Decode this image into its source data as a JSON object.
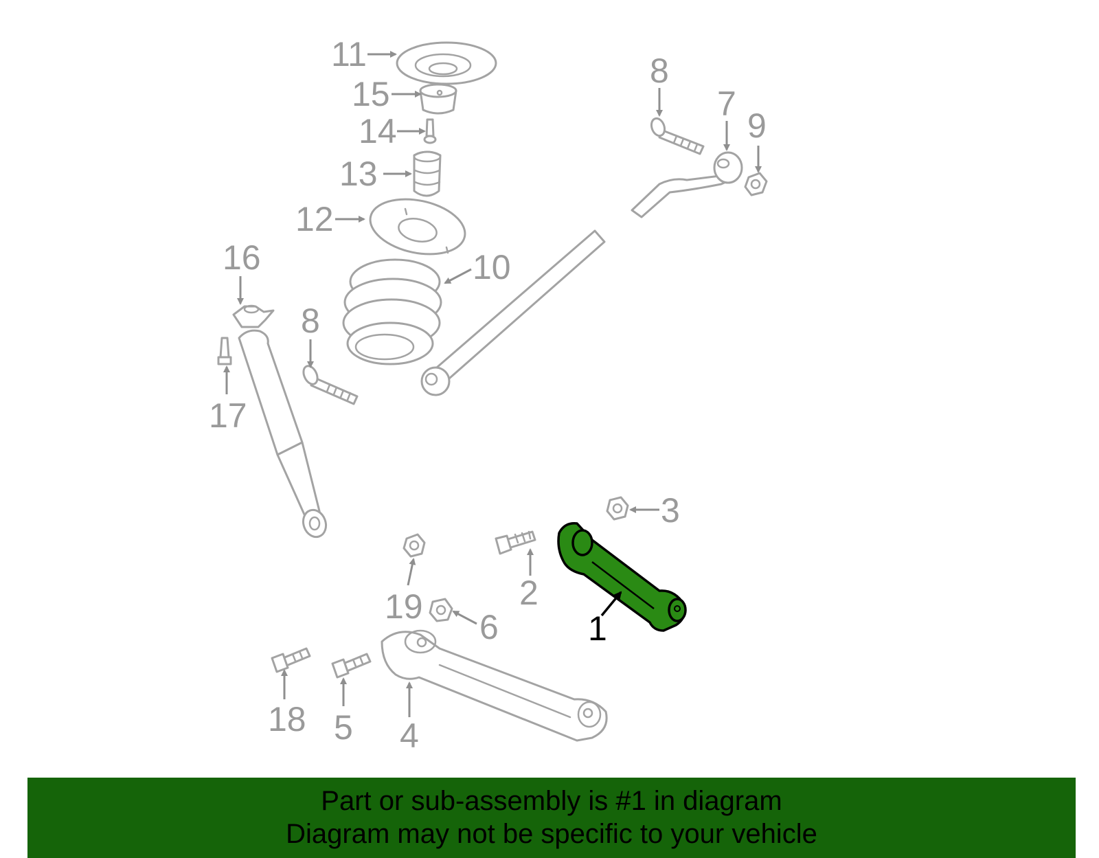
{
  "diagram": {
    "highlighted_part": "1",
    "callouts": {
      "c1": "1",
      "c2": "2",
      "c3": "3",
      "c4": "4",
      "c5": "5",
      "c6": "6",
      "c7": "7",
      "c8a": "8",
      "c8b": "8",
      "c9": "9",
      "c10": "10",
      "c11": "11",
      "c12": "12",
      "c13": "13",
      "c14": "14",
      "c15": "15",
      "c16": "16",
      "c17": "17",
      "c18": "18",
      "c19": "19"
    },
    "colors": {
      "highlight_fill": "#2a8a14",
      "part_stroke": "#a3a3a3",
      "banner_bg": "#156409"
    }
  },
  "banner": {
    "line1": "Part or sub-assembly is #1 in diagram",
    "line2": "Diagram may not be specific to your vehicle"
  }
}
